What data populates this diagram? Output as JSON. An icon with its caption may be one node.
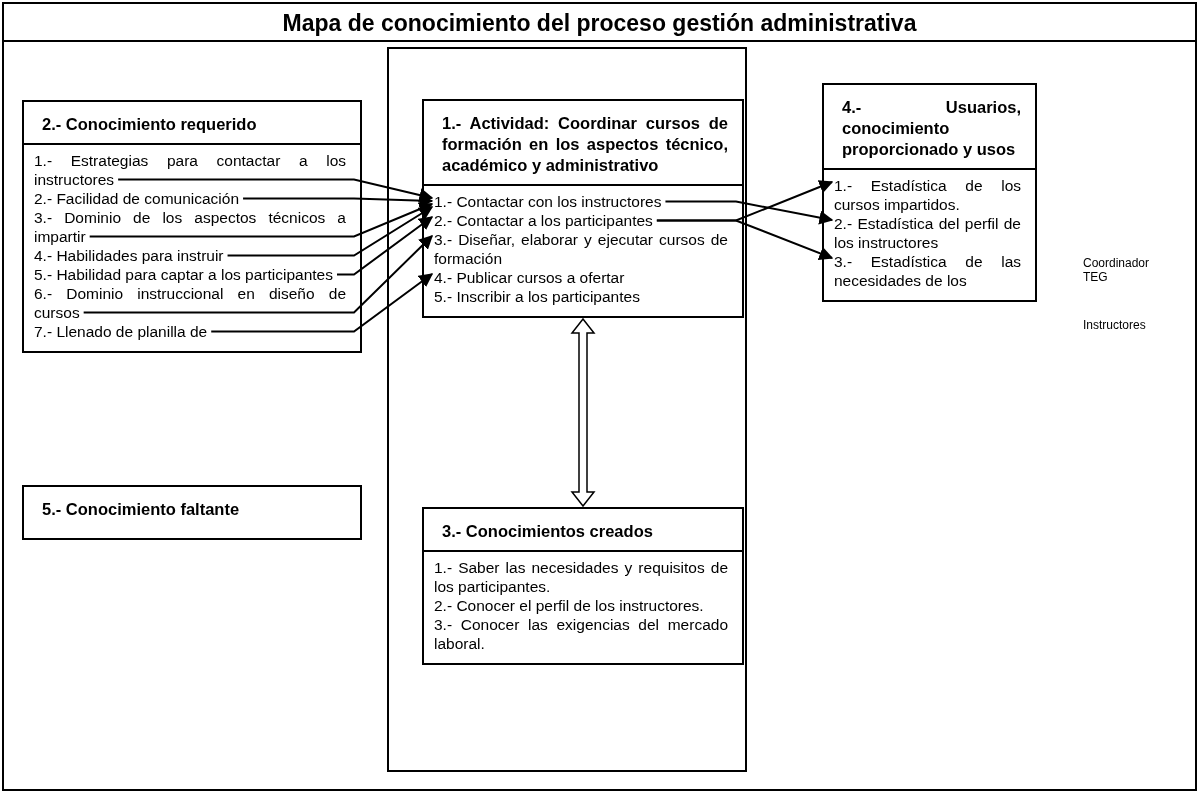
{
  "diagram": {
    "title": "Mapa de conocimiento del proceso gestión administrativa",
    "nodes": [
      {
        "text": [
          "2.- Conocimiento requerido"
        ]
      },
      {
        "text": [
          "1.- Estrategias para contactar a los instructores"
        ],
        "in": 0
      },
      {
        "text": [
          "2.- Facilidad de comunicación"
        ],
        "in": 0
      },
      {
        "text": [
          "3.- Dominio de los aspectos técnicos a impartir"
        ],
        "in": 0
      },
      {
        "text": [
          "4.- Habilidades para instruir"
        ],
        "in": 0
      },
      {
        "text": [
          "5.- Habilidad para captar a los participantes"
        ],
        "in": 0
      },
      {
        "text": [
          "6.- Dominio instruccional en diseño de cursos"
        ],
        "in": 0
      },
      {
        "text": [
          "7.- Llenado de planilla de"
        ],
        "in": 0
      },
      {
        "text": [],
        "shape": "box"
      },
      {
        "text": [
          "1.- Actividad: Coordinar cursos de formación en los aspectos técnico, académico y administrativo"
        ],
        "in": 8
      },
      {
        "text": [
          "1.- Contactar con los instructores"
        ],
        "in": 9
      },
      {
        "text": [
          "2.- Contactar a los participantes"
        ],
        "in": 9
      },
      {
        "text": [
          "3.- Diseñar, elaborar y ejecutar cursos de formación"
        ],
        "in": 9
      },
      {
        "text": [
          "4.- Publicar cursos a ofertar"
        ],
        "in": 9
      },
      {
        "text": [
          "5.- Inscribir a los participantes"
        ],
        "in": 9
      },
      {
        "text": [
          "3.- Conocimientos creados",
          "1.- Saber las necesidades y requisitos de los participantes.",
          "2.- Conocer el perfil de los instructores.",
          "3.- Conocer las exigencias del mercado laboral."
        ],
        "in": 8
      },
      {
        "text": [
          "4.- Usuarios, conocimiento proporcionado y usos"
        ]
      },
      {
        "text": [
          "1.- Estadística de los cursos impartidos."
        ],
        "in": 16
      },
      {
        "text": [
          "2.- Estadística del perfil de los instructores"
        ],
        "in": 16
      },
      {
        "text": [
          "3.- Estadística de las necesidades de los"
        ],
        "in": 16
      },
      {
        "text": [
          "5.- Conocimiento faltante"
        ]
      }
    ],
    "edges": [
      {
        "from": 1,
        "to": 10,
        "arrow": "to"
      },
      {
        "from": 2,
        "to": 10,
        "arrow": "to"
      },
      {
        "from": 3,
        "to": 10,
        "arrow": "to"
      },
      {
        "from": 4,
        "to": 10,
        "arrow": "to"
      },
      {
        "from": 5,
        "to": 11,
        "arrow": "to"
      },
      {
        "from": 6,
        "to": 12,
        "arrow": "to"
      },
      {
        "from": 7,
        "to": 13,
        "arrow": "to"
      },
      {
        "from": 10,
        "to": 18,
        "arrow": "to"
      },
      {
        "from": 11,
        "to": 19,
        "arrow": "to"
      },
      {
        "from": 11,
        "to": 17,
        "arrow": "to"
      },
      {
        "from": 9,
        "to": 15,
        "arrow": "both",
        "style": "thick"
      }
    ],
    "labels": [
      "Coordinador TEG",
      "Instructores"
    ]
  }
}
